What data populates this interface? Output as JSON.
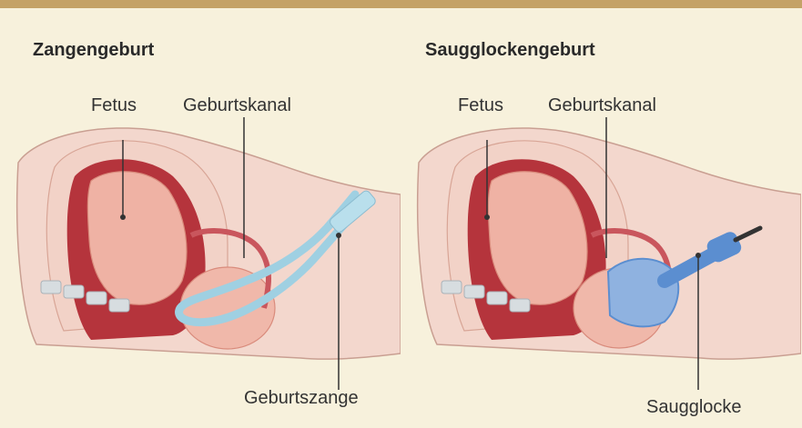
{
  "panels": [
    {
      "title": "Zangengeburt",
      "labels": {
        "fetus": "Fetus",
        "canal": "Geburtskanal",
        "instrument": "Geburtszange"
      }
    },
    {
      "title": "Saugglockengeburt",
      "labels": {
        "fetus": "Fetus",
        "canal": "Geburtskanal",
        "instrument": "Saugglocke"
      }
    }
  ],
  "colors": {
    "header_bar": "#c4a267",
    "background": "#f7f1dc",
    "skin": "#f0cfc4",
    "uterus": "#b5343c",
    "fetus": "#efb2a4",
    "spine": "#d7dde0",
    "forceps": "#9fd0e2",
    "vacuum": "#5b8ed0",
    "leader_line": "#333333"
  }
}
